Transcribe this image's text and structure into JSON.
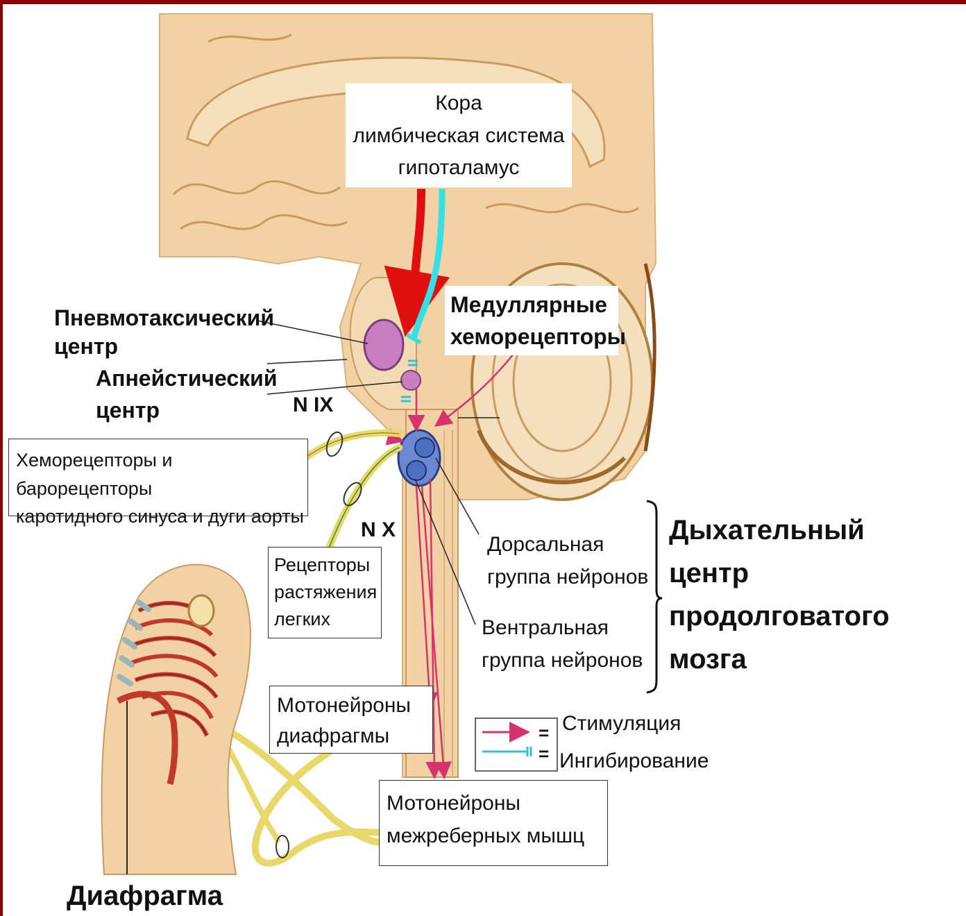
{
  "labels": {
    "cortex": "Кора\nлимбическая система\nгипоталамус",
    "medullary": "Медуллярные\nхеморецепторы",
    "pneumotaxic": "Пневмотаксический\nцентр",
    "apneustic": "Апнейстический\nцентр",
    "n_ix": "N IX",
    "n_x": "N X",
    "chemo_baro": "Хеморецепторы и барорецепторы\nкаротидного синуса и дуги аорты",
    "stretch": "Рецепторы\nрастяжения\nлегких",
    "dorsal": "Дорсальная\nгруппа нейронов",
    "ventral": "Вентральная\nгруппа нейронов",
    "resp_center": "Дыхательный\nцентр\nпродолговатого\nмозга",
    "mn_diaphragm": "Мотонейроны\nдиафрагмы",
    "mn_intercostal": "Мотонейроны\nмежреберных мышц",
    "diaphragm": "Диафрагма"
  },
  "legend": {
    "stimulation": "Стимуляция",
    "inhibition": "Ингибирование",
    "eq_sign": "="
  },
  "colors": {
    "frame": "#8b0000",
    "tissue": "#f2d2a4",
    "stimulation": "#d6336c",
    "inhibition": "#33c0d0",
    "cortex_arrow": "#e01010",
    "nerve": "#e8d86a",
    "pneumotaxic_center": "#c77fbf",
    "dorsal_ventral": "#4c6fc0"
  }
}
